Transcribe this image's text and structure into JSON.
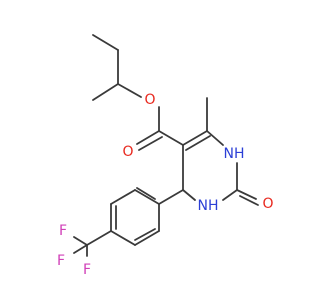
{
  "molecule": {
    "atoms": {
      "ester_o": "O",
      "carbonyl_o": "O",
      "n1": "NH",
      "n3": "NH",
      "oxo_o": "O",
      "f_top": "F",
      "f_left": "F",
      "f_bottom": "F"
    },
    "colors": {
      "bond": "#3a3a3a",
      "oxygen": "#e8281e",
      "nitrogen": "#2b3fd6",
      "fluorine": "#d040b8"
    }
  }
}
